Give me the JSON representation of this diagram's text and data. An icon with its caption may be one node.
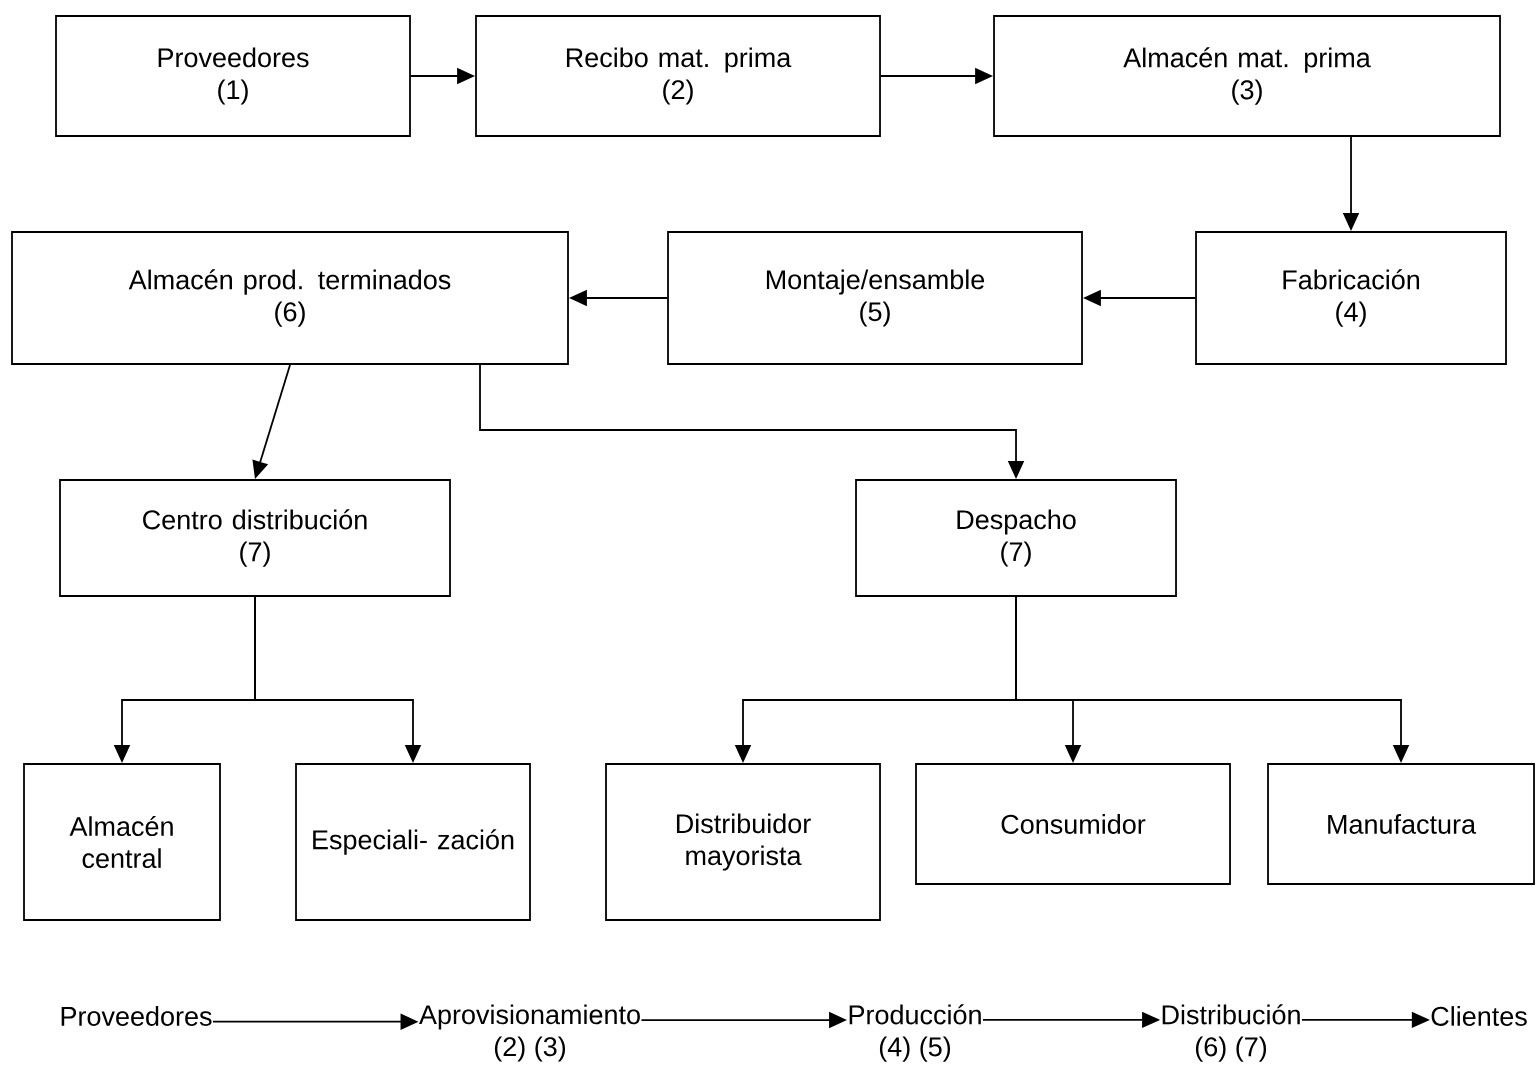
{
  "diagram": {
    "nodes": [
      {
        "text": [
          "Proveedores",
          "(1)"
        ]
      },
      {
        "text": [
          "Recibo mat. prima",
          "(2)"
        ]
      },
      {
        "text": [
          "Almacén mat. prima",
          "(3)"
        ]
      },
      {
        "text": [
          "Fabricación",
          "(4)"
        ]
      },
      {
        "text": [
          "Montaje/ensamble",
          "(5)"
        ]
      },
      {
        "text": [
          "Almacén prod. terminados",
          "(6)"
        ]
      },
      {
        "text": [
          "Centro distribución",
          "(7)"
        ]
      },
      {
        "text": [
          "Despacho",
          "(7)"
        ]
      },
      {
        "text": [
          "Almacén central"
        ]
      },
      {
        "text": [
          "Especiali- zación"
        ]
      },
      {
        "text": [
          "Distribuidor mayorista"
        ]
      },
      {
        "text": [
          "Consumidor"
        ]
      },
      {
        "text": [
          "Manufactura"
        ]
      },
      {
        "text": [
          "Proveedores"
        ]
      },
      {
        "text": [
          "Aprovisionamiento",
          "(2) (3)"
        ]
      },
      {
        "text": [
          "Producción",
          "(4) (5)"
        ]
      },
      {
        "text": [
          "Distribución",
          "(6) (7)"
        ]
      },
      {
        "text": [
          "Clientes"
        ]
      }
    ],
    "edges": [
      {
        "from": 0,
        "to": 1,
        "arrow": "to"
      },
      {
        "from": 1,
        "to": 2,
        "arrow": "to"
      },
      {
        "from": 2,
        "to": 3,
        "arrow": "to"
      },
      {
        "from": 3,
        "to": 4,
        "arrow": "to"
      },
      {
        "from": 4,
        "to": 5,
        "arrow": "to"
      },
      {
        "from": 5,
        "to": 6,
        "arrow": "to"
      },
      {
        "from": 5,
        "to": 7,
        "arrow": "to"
      },
      {
        "from": 6,
        "to": 8,
        "arrow": "to"
      },
      {
        "from": 6,
        "to": 9,
        "arrow": "to"
      },
      {
        "from": 7,
        "to": 10,
        "arrow": "to"
      },
      {
        "from": 7,
        "to": 11,
        "arrow": "to"
      },
      {
        "from": 7,
        "to": 12,
        "arrow": "to"
      },
      {
        "from": 13,
        "to": 14,
        "arrow": "to"
      },
      {
        "from": 14,
        "to": 15,
        "arrow": "to"
      },
      {
        "from": 15,
        "to": 16,
        "arrow": "to"
      },
      {
        "from": 16,
        "to": 17,
        "arrow": "to"
      }
    ]
  }
}
